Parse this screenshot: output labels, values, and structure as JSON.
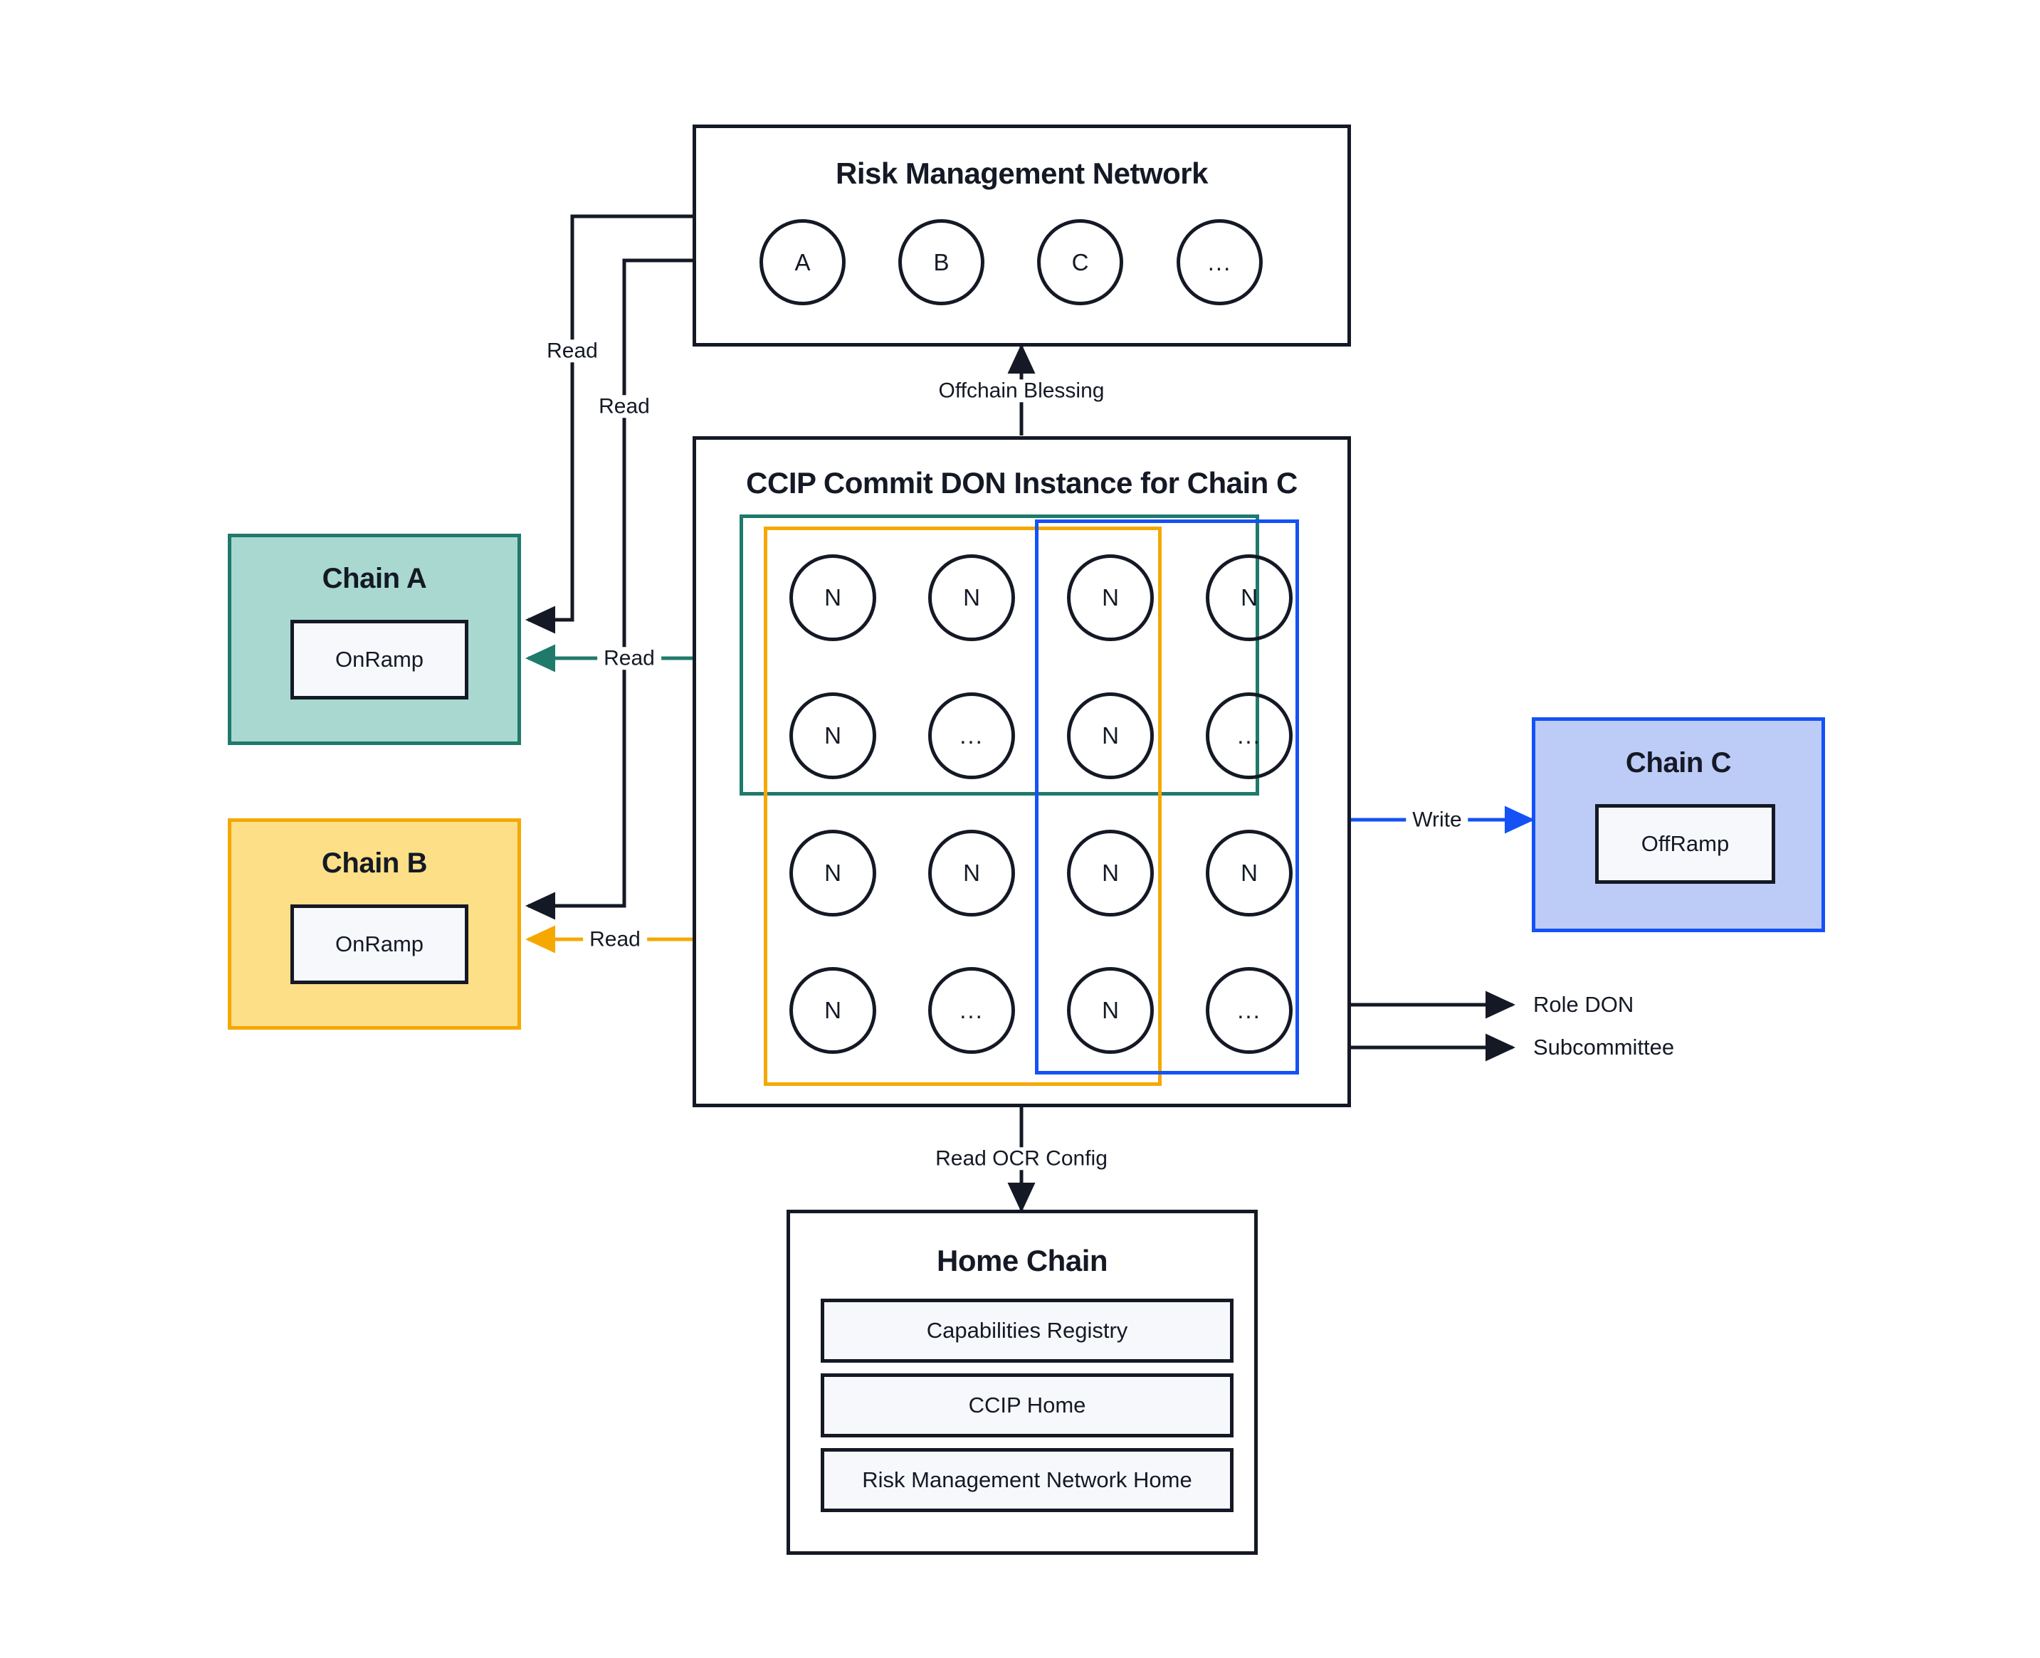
{
  "diagram": {
    "title_hidden": "CCIP Commit DON architecture",
    "palette": {
      "ink": "#141925",
      "paper": "#ffffff",
      "panel": "#f7f8fc",
      "teal_border": "#1f7a6b",
      "teal_fill": "#a9d8d0",
      "amber_border": "#f5a800",
      "amber_fill": "#fcdf87",
      "blue_border": "#1452f5",
      "blue_fill": "#bdcbf7"
    }
  },
  "risk_management_network": {
    "title": "Risk Management Network",
    "nodes": [
      "A",
      "B",
      "C",
      "..."
    ]
  },
  "commit_don": {
    "title": "CCIP Commit DON Instance for Chain C",
    "grid": [
      [
        "N",
        "N",
        "N",
        "N"
      ],
      [
        "N",
        "...",
        "N",
        "..."
      ],
      [
        "N",
        "N",
        "N",
        "N"
      ],
      [
        "N",
        "...",
        "N",
        "..."
      ]
    ],
    "groups": [
      {
        "name": "green-group",
        "color": "#1f7a6b"
      },
      {
        "name": "amber-group",
        "color": "#f5a800"
      },
      {
        "name": "blue-group",
        "color": "#1452f5"
      }
    ]
  },
  "chains": [
    {
      "id": "chain-a",
      "title": "Chain A",
      "contract": "OnRamp",
      "fill": "#a9d8d0",
      "border": "#1f7a6b"
    },
    {
      "id": "chain-b",
      "title": "Chain B",
      "contract": "OnRamp",
      "fill": "#fcdf87",
      "border": "#f5a800"
    },
    {
      "id": "chain-c",
      "title": "Chain C",
      "contract": "OffRamp",
      "fill": "#bdcbf7",
      "border": "#1452f5"
    }
  ],
  "home_chain": {
    "title": "Home Chain",
    "rows": [
      "Capabilities Registry",
      "CCIP Home",
      "Risk Management Network Home"
    ]
  },
  "edges": {
    "offchain_blessing": "Offchain Blessing",
    "read_rmn_chain_a": "Read",
    "read_rmn_chain_b": "Read",
    "read_don_chain_a": "Read",
    "read_don_chain_b": "Read",
    "write_don_chain_c": "Write",
    "read_ocr_config": "Read OCR Config"
  },
  "legend": {
    "role_don": "Role DON",
    "subcommittee": "Subcommittee"
  }
}
